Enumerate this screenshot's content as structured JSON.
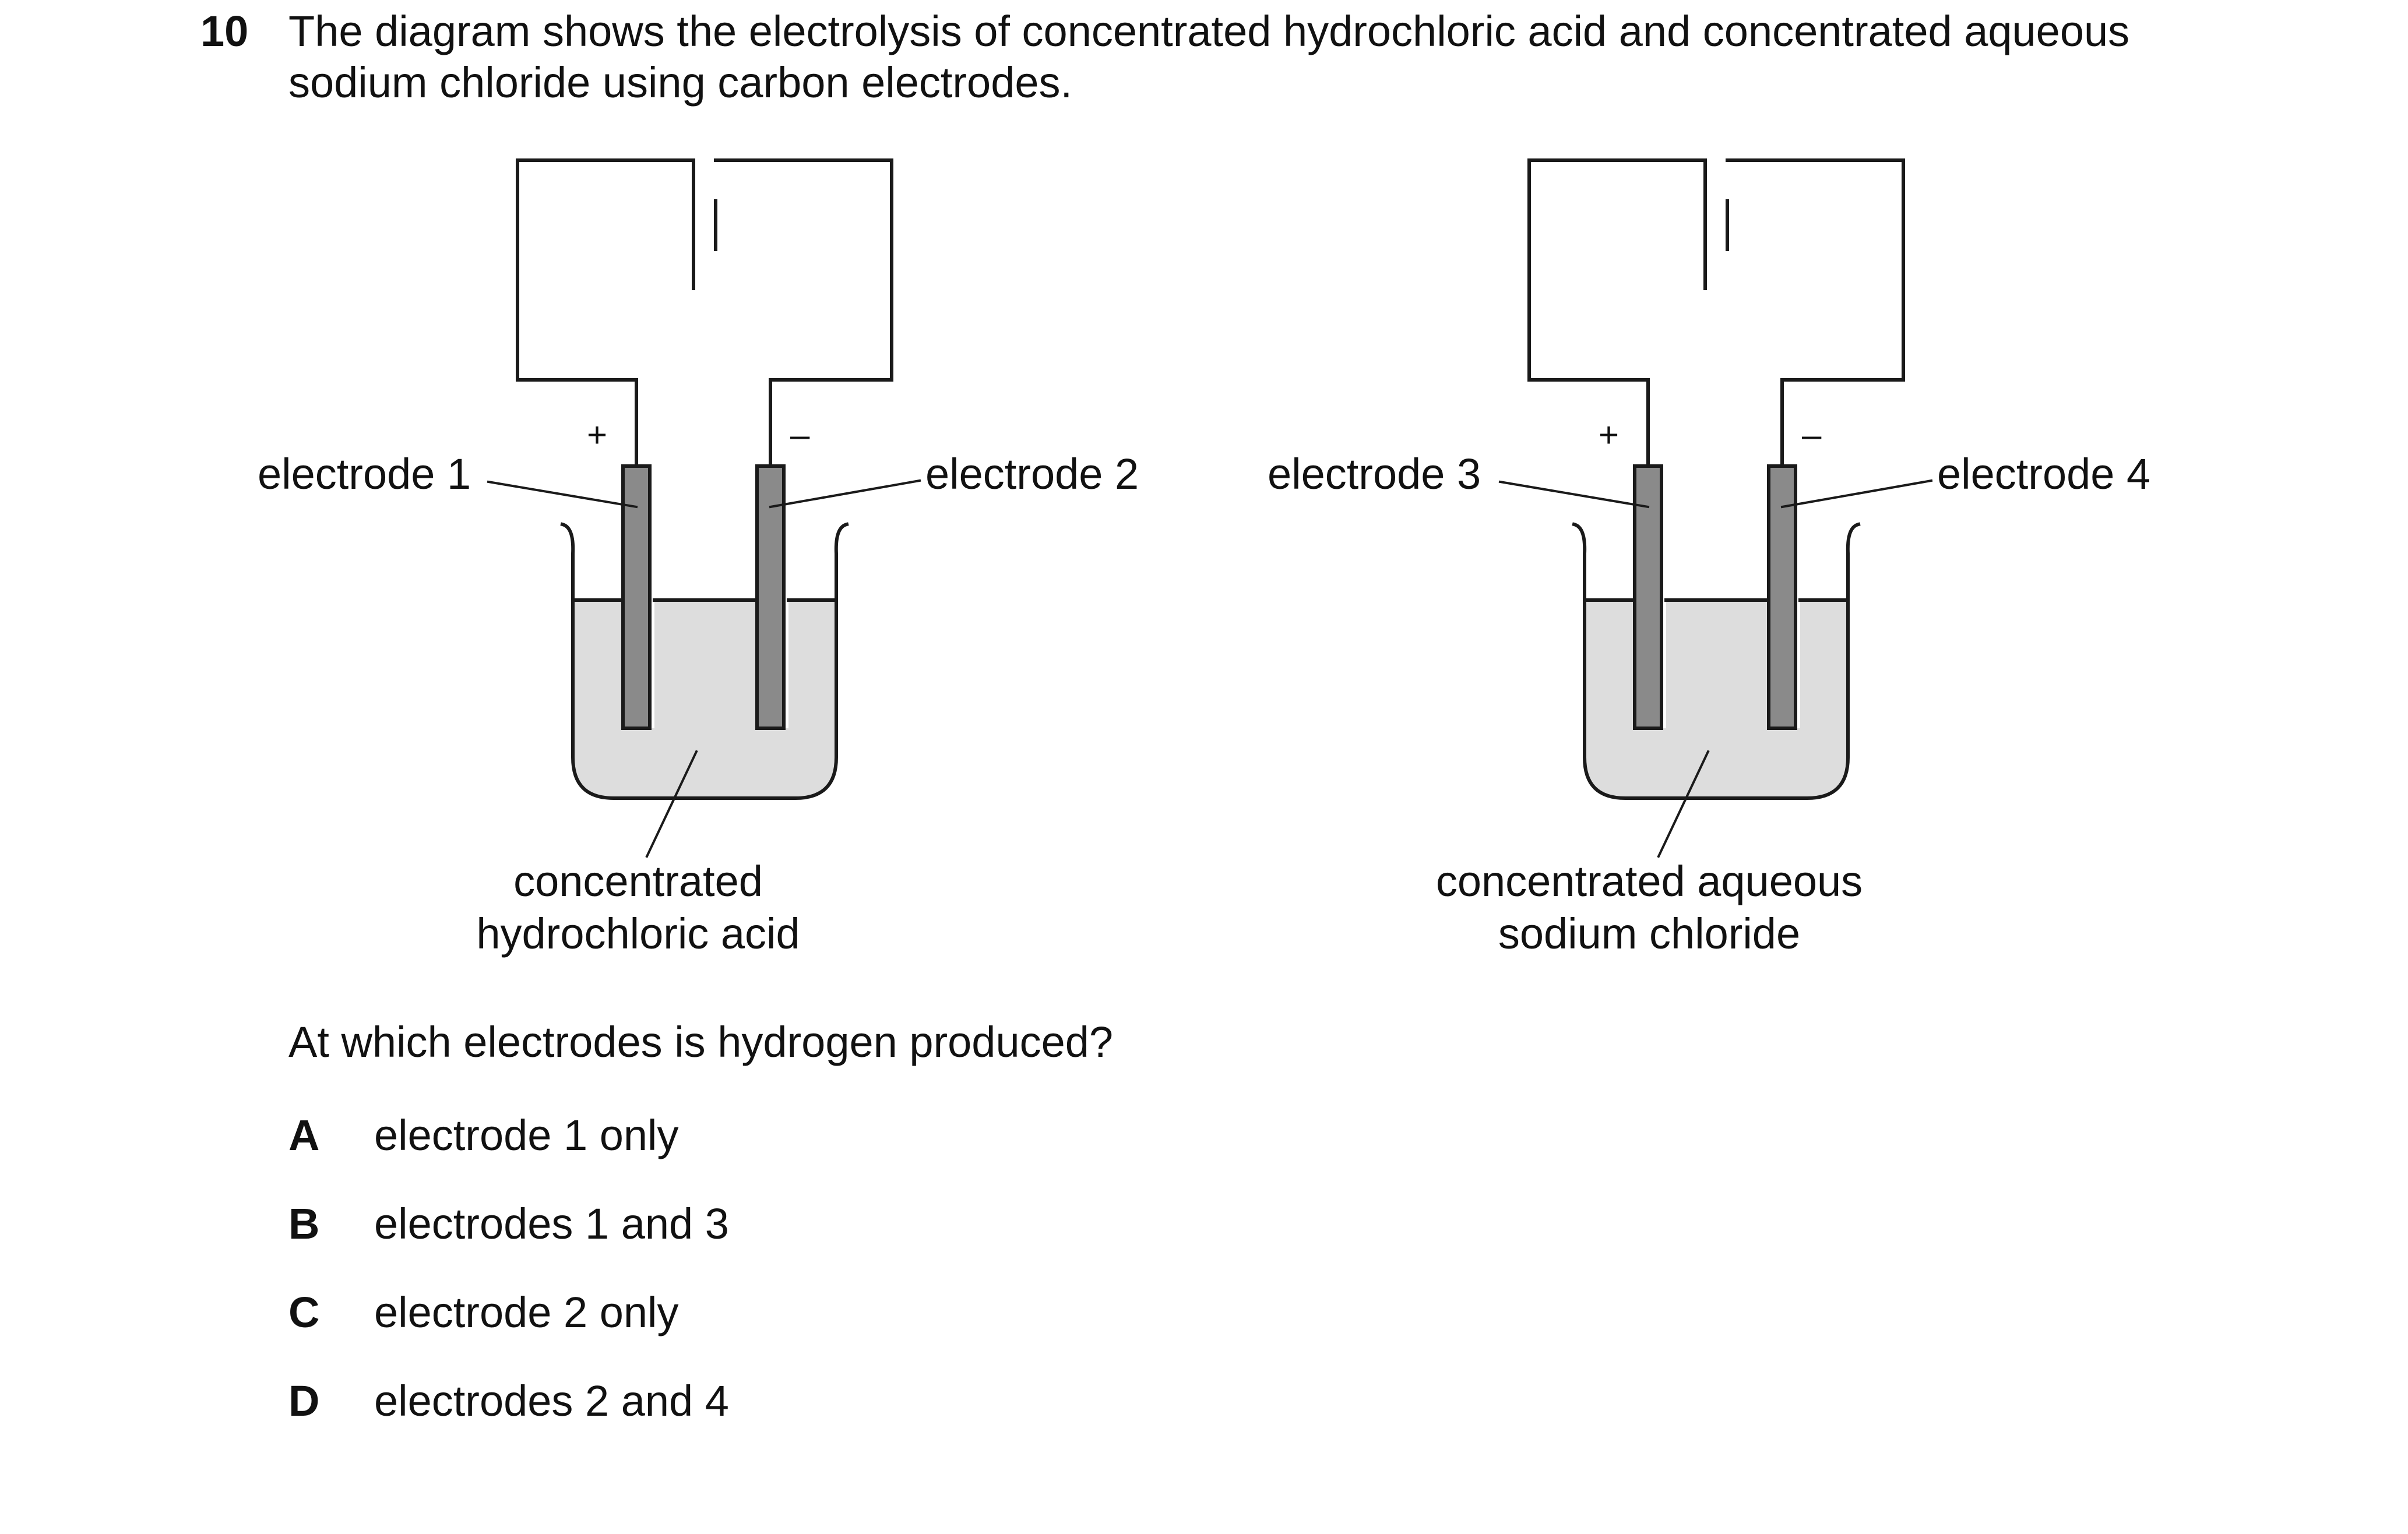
{
  "question": {
    "number": "10",
    "stem_line1": "The diagram shows the electrolysis of concentrated hydrochloric acid and concentrated aqueous",
    "stem_line2": "sodium chloride using carbon electrodes.",
    "prompt": "At which electrodes is hydrogen produced?"
  },
  "diagram": {
    "left_cell": {
      "positive_sign": "+",
      "negative_sign": "–",
      "electrode_left_label": "electrode 1",
      "electrode_right_label": "electrode 2",
      "solution_line1": "concentrated",
      "solution_line2": "hydrochloric acid"
    },
    "right_cell": {
      "positive_sign": "+",
      "negative_sign": "–",
      "electrode_left_label": "electrode 3",
      "electrode_right_label": "electrode 4",
      "solution_line1": "concentrated aqueous",
      "solution_line2": "sodium chloride"
    },
    "colors": {
      "electrode_fill": "#8a8a8a",
      "solution_fill": "#dddddd",
      "line": "#1a1a1a"
    }
  },
  "options": [
    {
      "letter": "A",
      "text": "electrode 1 only"
    },
    {
      "letter": "B",
      "text": "electrodes 1 and 3"
    },
    {
      "letter": "C",
      "text": "electrode 2 only"
    },
    {
      "letter": "D",
      "text": "electrodes 2 and 4"
    }
  ]
}
